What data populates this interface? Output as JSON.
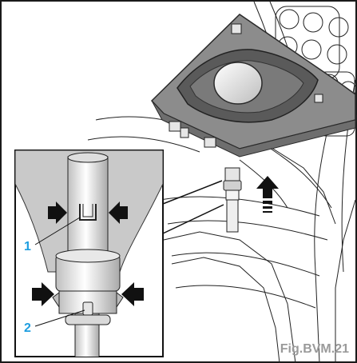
{
  "figure": {
    "caption": "Fig.BVM.21",
    "callouts": [
      {
        "id": "1",
        "label": "1"
      },
      {
        "id": "2",
        "label": "2"
      }
    ],
    "colors": {
      "callout": "#1e9ee0",
      "caption": "#9a9a9a",
      "arrow": "#111111",
      "line": "#1a1a1a",
      "boot": "#595959",
      "frame": "#8c8c8c",
      "detail_bg": "#c9c9c9"
    }
  }
}
